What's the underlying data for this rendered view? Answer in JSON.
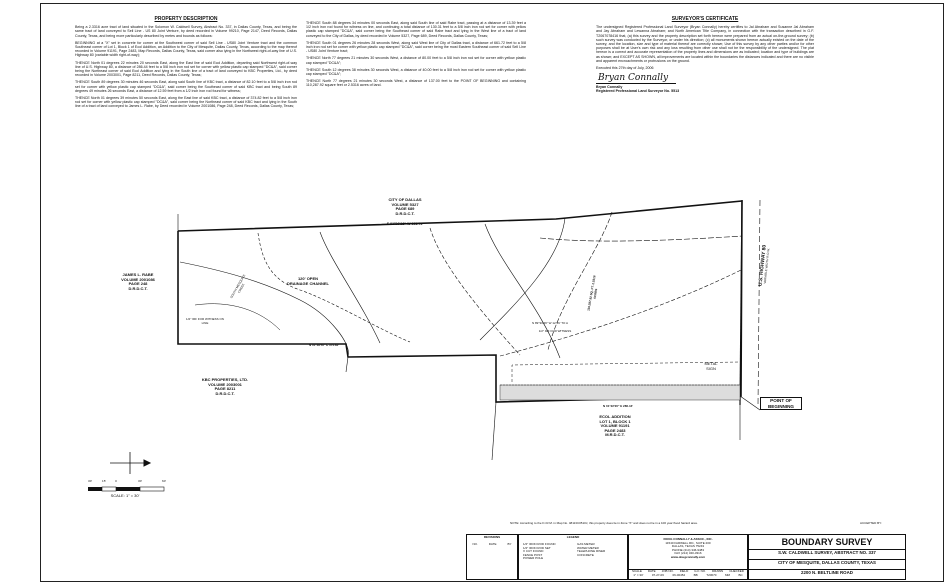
{
  "property_description": {
    "heading": "PROPERTY DESCRIPTION",
    "paragraphs": [
      "Being a 2.3316 acre tract of land situated in the Solomon W. Caldwell Survey, Abstract No. 337, in Dallas County, Texas, and being the same tract of land conveyed to Sell Line - US 80 Joint Venture, by deed recorded in Volume 99210, Page 2147, Deed Records, Dallas County, Texas, and being more particularly described by metes and bounds as follows:",
      "BEGINNING at a \"X\" set in concrete for corner at the Southwest corner of said Sell Line - US80 Joint Venture tract and the common Southeast corner of Lot 1, Block 1 of Ecol Addition, an Addition to the City of Mesquite, Dallas County, Texas, according to the map thereof recorded in Volume 91191, Page 2483, Map Records, Dallas County, Texas, said corner also lying in the Northwest right-of-way line of U.S. Highway 80 (variable width right-of-way);",
      "THENCE North 01 degrees 22 minutes 20 seconds East, along the East line of said Ecol Addition, departing said Northwest right-of-way line of U.S. Highway 80, a distance of 286.44 feet to a 5/8 inch iron rod set for corner with yellow plastic cap stamped \"DC&A\", said corner being the Northeast corner of said Ecol Addition and lying in the South line of a tract of land conveyed to KBC Properties, Ltd., by deed recorded in Volume 2003001, Page 8211, Deed Records, Dallas County, Texas;",
      "THENCE South 89 degrees 30 minutes 46 seconds East, along said South line of KBC tract, a distance of 82.10 feet to a 5/8 inch iron rod set for corner with yellow plastic cap stamped \"DC&A\", said corner being the Southeast corner of said KBC tract and being South 89 degrees 49 minutes 26 seconds East, a distance of 12.59 feet from a 1/2 inch iron rod found for witness;",
      "THENCE North 01 degrees 39 minutes 50 seconds East, along the East line of said KBC tract, a distance of 374.82 feet to a 5/8 inch iron rod set for corner with yellow plastic cap stamped \"DC&A\", said corner being the Northeast corner of said KBC tract and lying in the South line of a tract of land conveyed to James L. Rabe, by Deed recorded in Volume 2001086, Page 248, Deed Records, Dallas County, Texas;"
    ]
  },
  "middle_description": {
    "paragraphs": [
      "THENCE South 88 degrees 34 minutes 00 seconds East, along said South line of said Rabe tract, passing at a distance of 13.39 feet a 1/2 inch iron rod found for witness on line, and continuing a total distance of 130.31 feet to a 5/8 inch iron rod set for corner with yellow plastic cap stamped \"DC&A\", said corner being the Southeast corner of said Rabe tract and lying in the West line of a tract of land conveyed to the City of Dallas, by deed recorded in Volume 5327, Page 689, Deed Records, Dallas County, Texas;",
      "THENCE South 01 degrees 26 minutes 28 seconds West, along said West line of City of Dallas tract, a distance of 661.72 feet to a 5/8 inch iron rod set for corner with yellow plastic cap stamped \"DC&A\", said corner being the most Eastern Southeast corner of said Sell Line - US80 Joint Venture tract;",
      "THENCE North 77 degrees 21 minutes 30 seconds West, a distance of 80.00 feet to a 5/8 inch iron rod set for corner with yellow plastic cap stamped \"DC&A\";",
      "THENCE South 12 degrees 38 minutes 30 seconds West, a distance of 40.00 feet to a 5/8 inch iron rod set for corner with yellow plastic cap stamped \"DC&A\";",
      "THENCE North 77 degrees 21 minutes 30 seconds West, a distance of 137.00 feet to the POINT OF BEGINNING and containing 110,287.92 square feet or 2.5316 acres of land."
    ]
  },
  "surveyor_certificate": {
    "heading": "SURVEYOR'S CERTIFICATE",
    "body": "The undersigned Registered Professional Land Surveyor (Bryan Connally) hereby certifies to Jal Abraham and Susanne Jal Abraham and Jay Abraham and Lewanna Abraham; and North American Title Company, in connection with the transaction described in G.F. T2067078416 that, (a) this survey and the property description set forth hereon were prepared from an actual on-the-ground survey; (b) such survey was conducted by the Surveyor, or under his direction; (c) all monuments shown hereon actually existed on the date of the survey, and the location, size and type of material thereof are correctly shown; Use of this survey by any other parties and/or for other purposes shall be at User's own risk and any loss resulting from other use shall not be the responsibility of the undersigned. The plat hereon is a correct and accurate representation of the property lines and dimensions are as indicated; location and type of buildings are as shown; and EXCEPT AS SHOWN, all improvements are located within the boundaries the distances indicated and there are no visible and apparent encroachments or protrusions on the ground.",
    "executed": "Executed this 27th day of July, 2006",
    "signature": "Bryan Connally",
    "name": "Bryan Connally",
    "title": "Registered Professional Land Surveyor No. 5513"
  },
  "plat_labels": {
    "city_of_dallas": [
      "CITY OF DALLAS",
      "VOLUME 5327",
      "PAGE 689",
      "D.R.D.C.T."
    ],
    "north_bearing": "S 01°26'28\" W 661.72'",
    "rabe": [
      "JAMES L. RABE",
      "VOLUME 2001086",
      "PAGE 248",
      "D.R.D.C.T."
    ],
    "kbc": [
      "KBC PROPERTIES, LTD.",
      "VOLUME 2003001",
      "PAGE 8211",
      "D.R.D.C.T."
    ],
    "ecol": [
      "ECOL ADDITION",
      "LOT 1, BLOCK 1",
      "VOLUME 91191",
      "PAGE 2483",
      "M.R.D.C.T."
    ],
    "open_channel": [
      "120' OPEN",
      "DRAINAGE CHANNEL"
    ],
    "bearing_kbc_south": "N 01°39'50\" E 374.82'",
    "bearing_ecol": "N 01°22'20\" E 286.44'",
    "bearing_80": "N 89°30'46\" W 12.59' TO A",
    "witness_1": "1/2\" IRF FOR WITNESS ON LINE",
    "witness_2": "1/2\" IRF FOR WITNESS",
    "acreage": "110,287.92 SQ. FT. 2.5316 ACRES",
    "hwy": [
      "U.S. HIGHWAY 80",
      "VARIABLE WIDTH R.O.W."
    ],
    "metal_sign": [
      "METAL",
      "SIGN"
    ],
    "pob": [
      "POINT OF",
      "BEGINNING"
    ],
    "creek": "SOUTH MESQUITE CREEK",
    "scale_ticks": [
      "30'",
      "15'",
      "0",
      "30'",
      "60'"
    ],
    "scale_text": "SCALE: 1\" = 30'"
  },
  "notes": {
    "flood": "NOTE: According to the F.I.R.M. in Map No. 48113C0510J, this property does lie in Zone \"X\" and does not lie in a 100 year flood hazard area.",
    "accepted_by": "ACCEPTED BY:"
  },
  "title_block": {
    "revisions_heading": "REVISIONS",
    "revision_cols": [
      "NO.",
      "DATE",
      "BY"
    ],
    "legend_heading": "LEGEND",
    "legend_items": [
      "1/2\" IRON ROD FOUND",
      "1/2\" IRON ROD SET",
      "X CUT FOUND",
      "FENCE POST",
      "POWER POLE",
      "GAS METER",
      "WATER METER",
      "TELEPHONE RISER",
      "CONCRETE"
    ],
    "company": [
      "DOUG CONNALLY & ASSOC., INC.",
      "11540 FARWELL RD., SUITE 200",
      "DALLAS, TEXAS 75243",
      "PHONE (214) 346-9483",
      "FAX (214) 340-3316"
    ],
    "website": "www.dougconnally.com",
    "title": "BOUNDARY SURVEY",
    "subtitle": "S.W. CALDWELL SURVEY, ABSTRACT NO. 337",
    "location": "CITY OF MESQUITE, DALLAS COUNTY, TEXAS",
    "address": "2200 N. BELTLINE ROAD",
    "info_cols": [
      "SCALE",
      "DATE",
      "JOB NO.",
      "FIELD",
      "G.F. NO.",
      "DRAWN",
      "CHECKED"
    ],
    "info_vals": [
      "1\" = 30'",
      "07-27-06",
      "06-00452",
      "BB",
      "T20670",
      "MM",
      "BC"
    ]
  }
}
